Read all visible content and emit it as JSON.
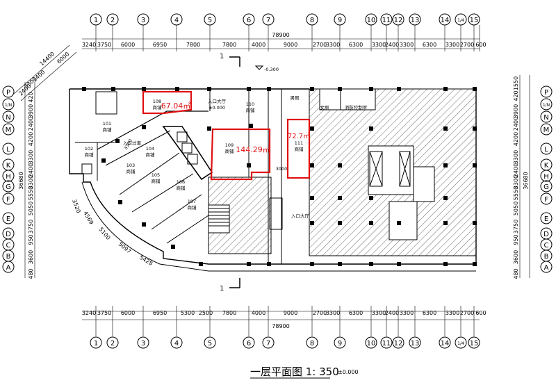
{
  "title": {
    "main": "一层平面图 1: 350",
    "level": "±0.000"
  },
  "total_width_label": "78900",
  "total_height_label": "36680",
  "col_axes": [
    "1",
    "2",
    "3",
    "4",
    "5",
    "6",
    "7",
    "8",
    "9",
    "10",
    "11",
    "12",
    "13",
    "14",
    "1/4",
    "15"
  ],
  "row_axes": [
    "P",
    "1/N",
    "N",
    "M",
    "L",
    "K",
    "H",
    "G",
    "F",
    "E",
    "D",
    "C",
    "B",
    "A"
  ],
  "top_dims": [
    "3240",
    "3750",
    "6000",
    "6950",
    "7800",
    "7800",
    "4000",
    "9000",
    "2700",
    "3300",
    "6300",
    "3300",
    "2400",
    "3300",
    "6300",
    "3300",
    "2700",
    "600"
  ],
  "bottom_dims": [
    "3240",
    "3750",
    "6000",
    "6950",
    "5300",
    "2500",
    "7800",
    "4000",
    "9000",
    "2700",
    "3300",
    "6300",
    "3300",
    "2400",
    "3300",
    "6300",
    "3300",
    "2700",
    "600"
  ],
  "left_dims": [
    "420",
    "3900",
    "2400",
    "4200",
    "3300",
    "2400",
    "3300",
    "5550",
    "5050",
    "3750",
    "950",
    "3600",
    "480"
  ],
  "right_dims": [
    "1550",
    "420",
    "3900",
    "2400",
    "4200",
    "3300",
    "2400",
    "3300",
    "5550",
    "5050",
    "3750",
    "950",
    "3600",
    "480"
  ],
  "diag_dims_top": [
    "14400",
    "6000",
    "3300",
    "3400",
    "2400"
  ],
  "diag_dims_bottom": [
    "3520",
    "4569",
    "5100",
    "5097",
    "5428"
  ],
  "section_mark": "1",
  "elev_mark": "-0.300",
  "rooms": [
    {
      "num": "101",
      "name": "商铺"
    },
    {
      "num": "102",
      "name": "商铺"
    },
    {
      "num": "103",
      "name": "商铺"
    },
    {
      "num": "104",
      "name": "商铺"
    },
    {
      "num": "105",
      "name": "商铺"
    },
    {
      "num": "106",
      "name": "商铺"
    },
    {
      "num": "107",
      "name": "商铺"
    },
    {
      "num": "108",
      "name": "商铺"
    },
    {
      "num": "109",
      "name": "商铺"
    },
    {
      "num": "110",
      "name": "商铺"
    },
    {
      "num": "111",
      "name": "商铺"
    }
  ],
  "labels": {
    "entrance_hall_a": "入口大厅",
    "entrance_hall_a_level": "±0.000",
    "entrance_hall_b": "入口大厅",
    "entrance_pass": "入口过道",
    "toilet_m": "男厕",
    "toilet_f": "女厕",
    "fire_control": "消防控制室",
    "dim_3300": "3300",
    "dim_3000": "3000"
  },
  "areas": [
    {
      "room": "108",
      "value": "67.04㎡"
    },
    {
      "room": "109",
      "value": "144.29㎡"
    },
    {
      "room": "111",
      "value": "72.7㎡"
    }
  ],
  "colors": {
    "highlight": "#e01010",
    "ink": "#000000"
  }
}
